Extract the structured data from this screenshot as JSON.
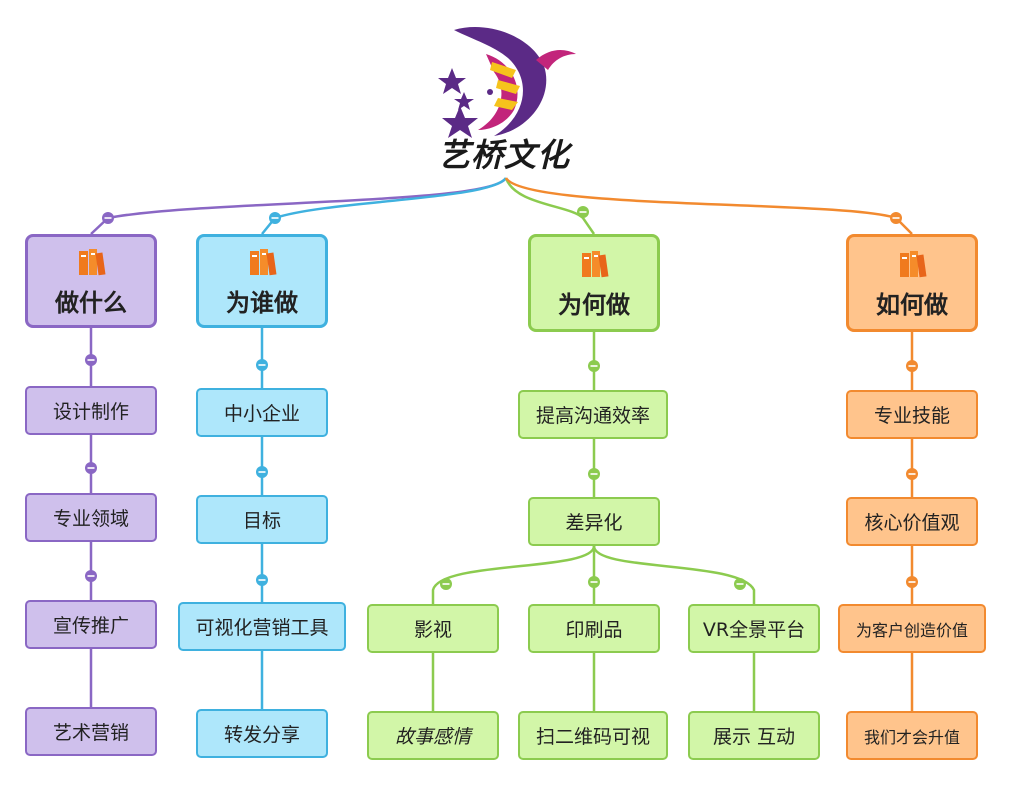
{
  "brand": {
    "name": "艺桥文化",
    "colors": {
      "purple": "#5b2a86",
      "magenta": "#c2257b",
      "yellow": "#f6c31c"
    }
  },
  "columns": [
    {
      "id": "what",
      "theme": "purple",
      "link_color": "#8a67c4",
      "header": {
        "label": "做什么",
        "icon": "book-icon"
      },
      "items": [
        "设计制作",
        "专业领域",
        "宣传推广",
        "艺术营销"
      ]
    },
    {
      "id": "who",
      "theme": "blue",
      "link_color": "#3fb1df",
      "header": {
        "label": "为谁做",
        "icon": "book-icon"
      },
      "items": [
        "中小企业",
        "目标",
        "可视化营销工具",
        "转发分享"
      ]
    },
    {
      "id": "why",
      "theme": "green",
      "link_color": "#8ccb4f",
      "header": {
        "label": "为何做",
        "icon": "book-icon"
      },
      "items": [
        "提高沟通效率",
        "差异化"
      ],
      "branches": [
        {
          "label": "影视",
          "child": "故事感情"
        },
        {
          "label": "印刷品",
          "child": "扫二维码可视"
        },
        {
          "label": "VR全景平台",
          "child": "展示 互动"
        }
      ]
    },
    {
      "id": "how",
      "theme": "orange",
      "link_color": "#f28a2f",
      "header": {
        "label": "如何做",
        "icon": "book-icon"
      },
      "items": [
        "专业技能",
        "核心价值观",
        "为客户创造价值",
        "我们才会升值"
      ]
    }
  ]
}
